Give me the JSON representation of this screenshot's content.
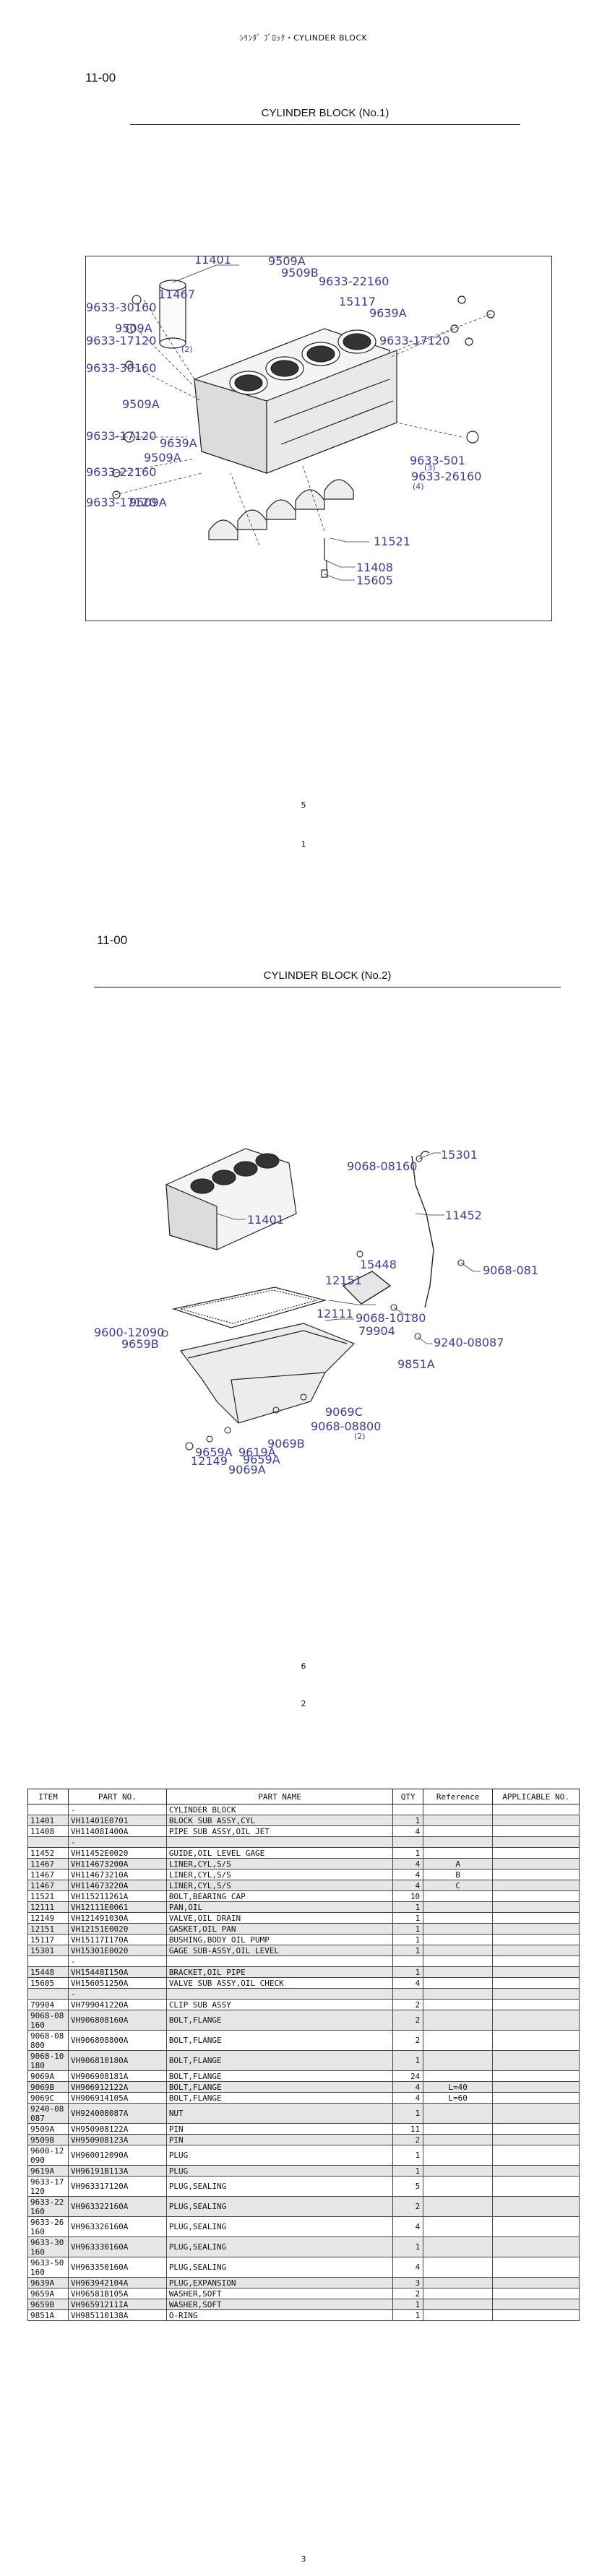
{
  "document": {
    "title": "ｼﾘﾝﾀﾞ ﾌﾞﾛｯｸ・CYLINDER BLOCK"
  },
  "page1": {
    "section": "11-00",
    "heading": "CYLINDER BLOCK (No.1)",
    "figure_number": "5",
    "page_number": "1",
    "labels": [
      "11401",
      "11467",
      "9633-30160",
      "9509A",
      "9633-17120",
      "9633-30160",
      "9509A",
      "9633-17120",
      "9639A",
      "9633-22160",
      "9633-17120",
      "9509A",
      "9509A",
      "9509B",
      "9633-22160",
      "9509A",
      "15117",
      "9639A",
      "9633-17120",
      "9633-501",
      "9633-26160",
      "11521",
      "11408",
      "15605"
    ],
    "small_labels": [
      "(2)",
      "(3)",
      "(4)"
    ]
  },
  "page2": {
    "section": "11-00",
    "heading": "CYLINDER BLOCK (No.2)",
    "figure_number": "6",
    "page_number": "2",
    "labels": [
      "15301",
      "9068-08160",
      "11401",
      "11452",
      "15448",
      "12151",
      "12111",
      "9068-10180",
      "9068-081",
      "79904",
      "9240-08087",
      "9851A",
      "9600-12090",
      "9659B",
      "9069C",
      "9068-08800",
      "9069B",
      "9619A",
      "9659A",
      "9659A",
      "12149",
      "9069A"
    ],
    "small_labels": [
      "(2)"
    ]
  },
  "parts_table": {
    "headers": [
      "ITEM",
      "PART NO.",
      "PART NAME",
      "QTY",
      "Reference",
      "APPLICABLE NO."
    ],
    "rows": [
      [
        "",
        "-",
        "CYLINDER BLOCK",
        "",
        "",
        ""
      ],
      [
        "11401",
        "VH11401E0701",
        "BLOCK SUB ASSY,CYL",
        "1",
        "",
        ""
      ],
      [
        "11408",
        "VH11408I400A",
        "PIPE SUB ASSY,OIL JET",
        "4",
        "",
        ""
      ],
      [
        "",
        "-",
        "",
        "",
        "",
        ""
      ],
      [
        "11452",
        "VH11452E0020",
        "GUIDE,OIL LEVEL GAGE",
        "1",
        "",
        ""
      ],
      [
        "11467",
        "VH114673200A",
        "LINER,CYL,S/S",
        "4",
        "A",
        ""
      ],
      [
        "11467",
        "VH114673210A",
        "LINER,CYL,S/S",
        "4",
        "B",
        ""
      ],
      [
        "11467",
        "VH114673220A",
        "LINER,CYL,S/S",
        "4",
        "C",
        ""
      ],
      [
        "11521",
        "VH115211261A",
        "BOLT,BEARING CAP",
        "10",
        "",
        ""
      ],
      [
        "12111",
        "VH12111E0061",
        "PAN,OIL",
        "1",
        "",
        ""
      ],
      [
        "12149",
        "VH121491030A",
        "VALVE,OIL DRAIN",
        "1",
        "",
        ""
      ],
      [
        "12151",
        "VH12151E0020",
        "GASKET,OIL PAN",
        "1",
        "",
        ""
      ],
      [
        "15117",
        "VH15117I170A",
        "BUSHING,BODY OIL PUMP",
        "1",
        "",
        ""
      ],
      [
        "15301",
        "VH15301E0020",
        "GAGE SUB-ASSY,OIL LEVEL",
        "1",
        "",
        ""
      ],
      [
        "",
        "-",
        "",
        "",
        "",
        ""
      ],
      [
        "15448",
        "VH15448I150A",
        "BRACKET,OIL PIPE",
        "1",
        "",
        ""
      ],
      [
        "15605",
        "VH156051250A",
        "VALVE SUB ASSY,OIL CHECK",
        "4",
        "",
        ""
      ],
      [
        "",
        "-",
        "",
        "",
        "",
        ""
      ],
      [
        "79904",
        "VH799041220A",
        "CLIP SUB ASSY",
        "2",
        "",
        ""
      ],
      [
        "9068-08160",
        "VH906808160A",
        "BOLT,FLANGE",
        "2",
        "",
        ""
      ],
      [
        "9068-08800",
        "VH906808800A",
        "BOLT,FLANGE",
        "2",
        "",
        ""
      ],
      [
        "9068-10180",
        "VH906810180A",
        "BOLT,FLANGE",
        "1",
        "",
        ""
      ],
      [
        "9069A",
        "VH906908181A",
        "BOLT,FLANGE",
        "24",
        "",
        ""
      ],
      [
        "9069B",
        "VH906912122A",
        "BOLT,FLANGE",
        "4",
        "L=40",
        ""
      ],
      [
        "9069C",
        "VH906914105A",
        "BOLT,FLANGE",
        "4",
        "L=60",
        ""
      ],
      [
        "9240-08087",
        "VH924008087A",
        "NUT",
        "1",
        "",
        ""
      ],
      [
        "9509A",
        "VH950908122A",
        "PIN",
        "11",
        "",
        ""
      ],
      [
        "9509B",
        "VH950908123A",
        "PIN",
        "2",
        "",
        ""
      ],
      [
        "9600-12090",
        "VH960012090A",
        "PLUG",
        "1",
        "",
        ""
      ],
      [
        "9619A",
        "VH96191B113A",
        "PLUG",
        "1",
        "",
        ""
      ],
      [
        "9633-17120",
        "VH963317120A",
        "PLUG,SEALING",
        "5",
        "",
        ""
      ],
      [
        "9633-22160",
        "VH963322160A",
        "PLUG,SEALING",
        "2",
        "",
        ""
      ],
      [
        "9633-26160",
        "VH963326160A",
        "PLUG,SEALING",
        "4",
        "",
        ""
      ],
      [
        "9633-30160",
        "VH963330160A",
        "PLUG,SEALING",
        "1",
        "",
        ""
      ],
      [
        "9633-50160",
        "VH963350160A",
        "PLUG,SEALING",
        "4",
        "",
        ""
      ],
      [
        "9639A",
        "VH963942104A",
        "PLUG,EXPANSION",
        "3",
        "",
        ""
      ],
      [
        "9659A",
        "VH96581B105A",
        "WASHER,SOFT",
        "2",
        "",
        ""
      ],
      [
        "9659B",
        "VH96591211IA",
        "WASHER,SOFT",
        "1",
        "",
        ""
      ],
      [
        "9851A",
        "VH985110138A",
        "O-RING",
        "1",
        "",
        ""
      ]
    ]
  },
  "page3": {
    "page_number": "3"
  }
}
